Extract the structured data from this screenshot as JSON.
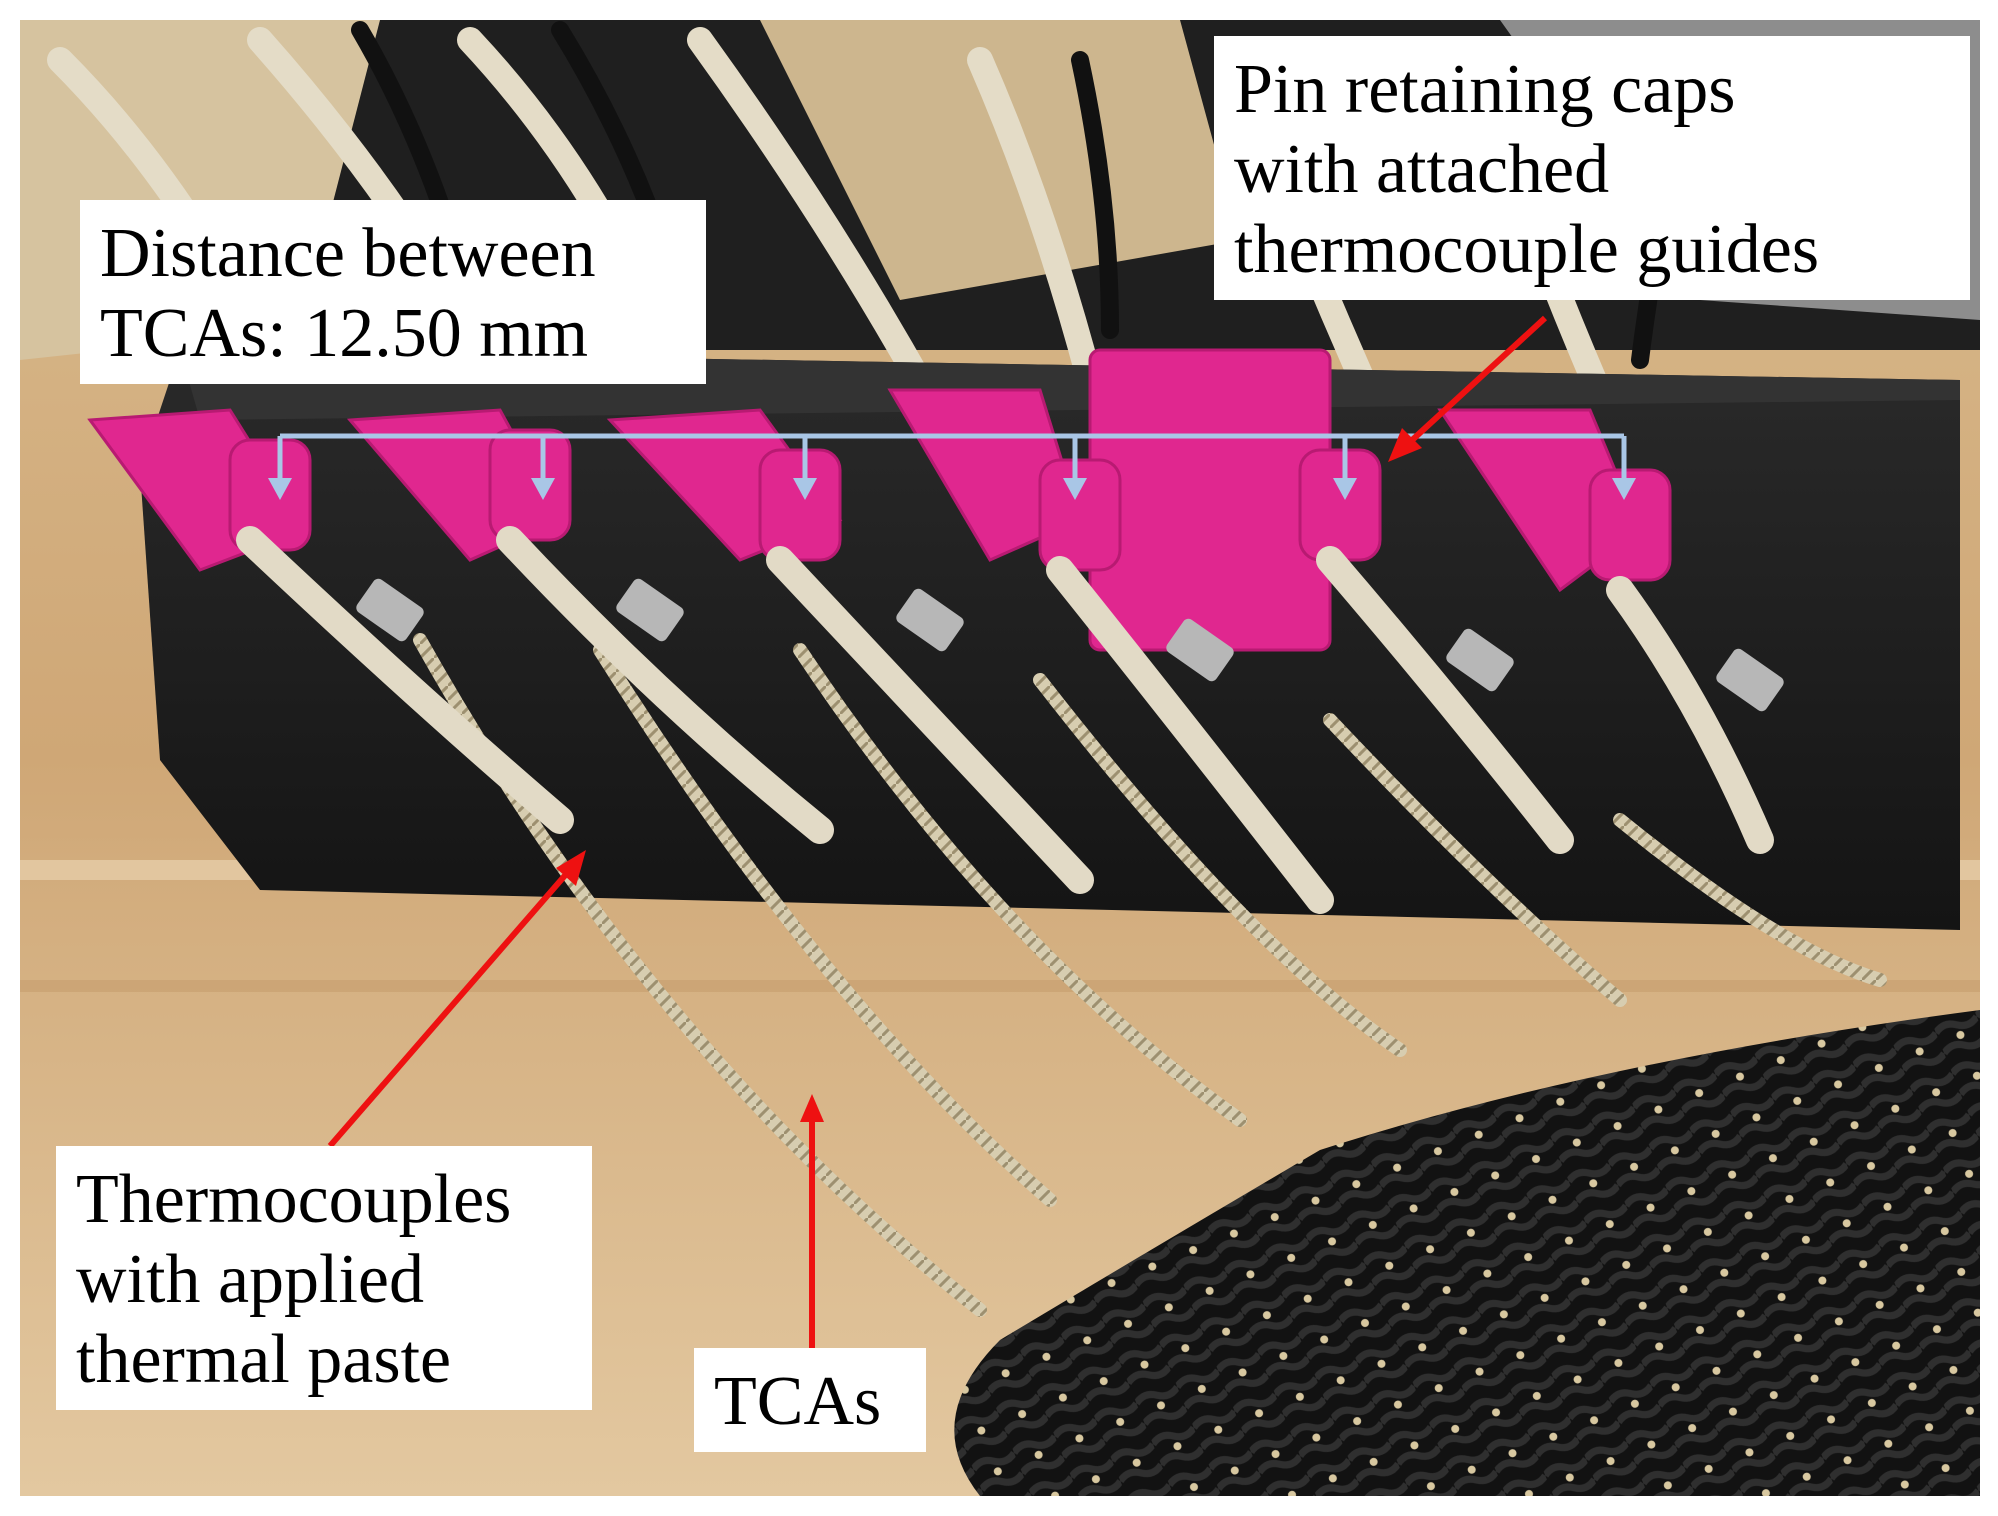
{
  "labels": {
    "distance": [
      "Distance between",
      "TCAs: 12.50 mm"
    ],
    "pin_caps": [
      "Pin retaining caps",
      "with attached",
      "thermocouple guides"
    ],
    "thermocouples": [
      "Thermocouples",
      "with applied",
      "thermal paste"
    ],
    "tcas": [
      "TCAs"
    ]
  },
  "colors": {
    "pin_caps": "#e0278f",
    "holder": "#1c1c1c",
    "wood": "#d8b88a",
    "bracket": "#a9c6e6",
    "arrow": "#ee1111",
    "fabric": "#111111"
  }
}
